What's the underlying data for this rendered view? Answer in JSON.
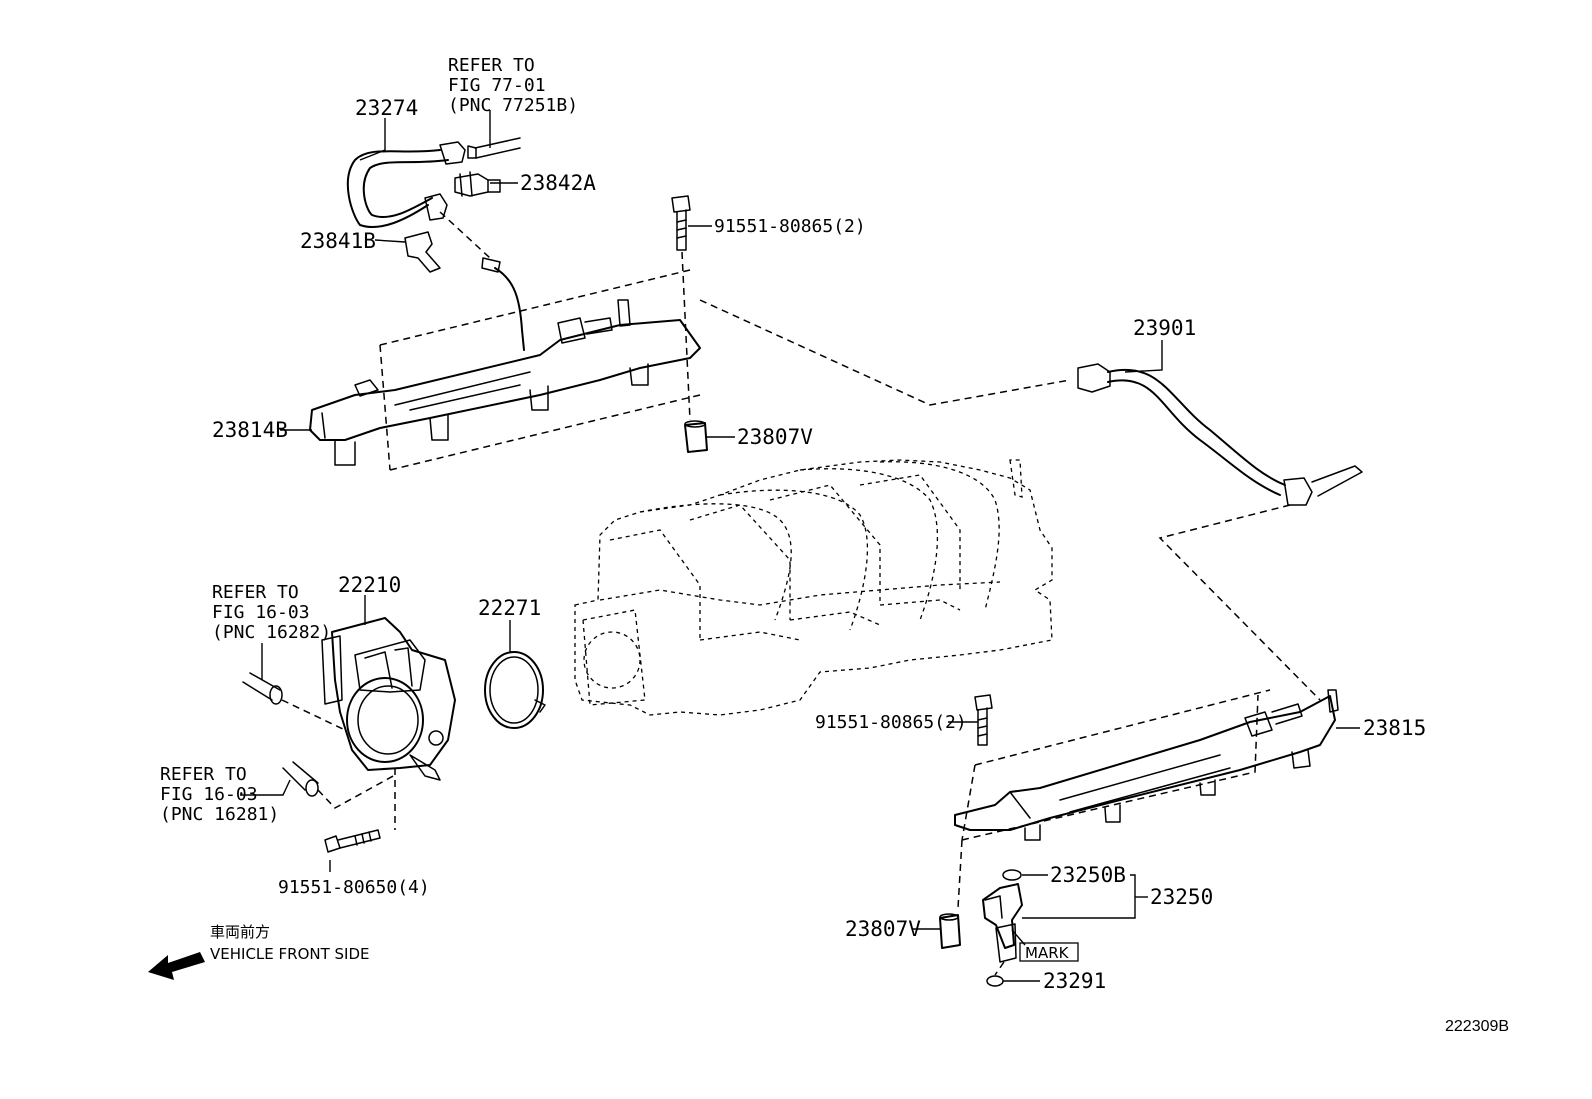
{
  "labels": {
    "refer_top_1": "REFER TO",
    "refer_top_2": "FIG 77-01",
    "refer_top_3": "(PNC 77251B)",
    "p23274": "23274",
    "p23842A": "23842A",
    "p23841B": "23841B",
    "bolt_top": "91551-80865(2)",
    "p23814B": "23814B",
    "p23807V_top": "23807V",
    "p23901": "23901",
    "p22210": "22210",
    "p22271": "22271",
    "refer_mid_1": "REFER TO",
    "refer_mid_2": "FIG 16-03",
    "refer_mid_3": "(PNC 16282)",
    "refer_low_1": "REFER TO",
    "refer_low_2": "FIG 16-03",
    "refer_low_3": "(PNC 16281)",
    "bolt_mid": "91551-80865(2)",
    "p23815": "23815",
    "bolt_bottom": "91551-80650(4)",
    "p23250B": "23250B",
    "p23250": "23250",
    "p23807V_bottom": "23807V",
    "mark": "MARK",
    "p23291": "23291",
    "front_jp": "車両前方",
    "front_en": "VEHICLE FRONT SIDE",
    "diagram_id": "222309B"
  },
  "icons": {
    "front_arrow": "left-arrow-icon"
  }
}
